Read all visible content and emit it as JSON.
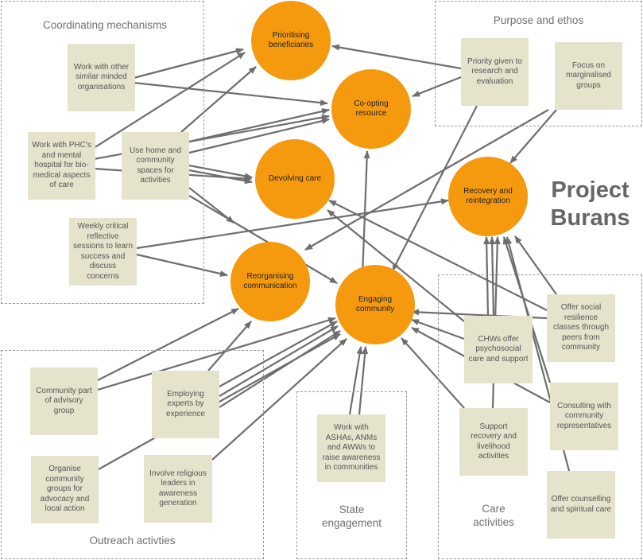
{
  "brand": [
    "Project",
    "Burans"
  ],
  "groups": {
    "coordinating": "Coordinating mechanisms",
    "purpose": "Purpose and ethos",
    "outreach": "Outreach activties",
    "state": [
      "State",
      "engagement"
    ],
    "care": [
      "Care",
      "activities"
    ]
  },
  "outcomes": {
    "prioritising": [
      "Prioritising",
      "beneficiaries"
    ],
    "coopting": [
      "Co-opting",
      "resource"
    ],
    "devolving": [
      "Devolving care"
    ],
    "recovery": [
      "Recovery and",
      "reintegration"
    ],
    "reorganising": [
      "Reorganising",
      "communication"
    ],
    "engaging": [
      "Engaging",
      "community"
    ]
  },
  "activities": {
    "similar_minded": [
      "Work with other",
      "similar minded",
      "organisations"
    ],
    "phc": [
      "Work with PHC's",
      "and mental",
      "hospital for bio-",
      "medical aspects",
      "of care"
    ],
    "home_spaces": [
      "Use home and",
      "community",
      "spaces for",
      "activities"
    ],
    "weekly_sessions": [
      "Weekly critical",
      "reflective",
      "sessions to learn",
      "success and",
      "discuss",
      "concerns"
    ],
    "research_priority": [
      "Priority given to",
      "research and",
      "evaluation"
    ],
    "marginalised": [
      "Focus on",
      "marginalised",
      "groups"
    ],
    "advisory_group": [
      "Community part",
      "of advisory",
      "group"
    ],
    "experts_by_experience": [
      "Employing",
      "experts by",
      "experience"
    ],
    "community_groups": [
      "Organise",
      "community",
      "groups for",
      "advocacy and",
      "local action"
    ],
    "religious_leaders": [
      "Involve religious",
      "leaders in",
      "awareness",
      "generation"
    ],
    "ashas": [
      "Work with",
      "ASHAs, ANMs",
      "and AWWs to",
      "raise awareness",
      "in communities"
    ],
    "chw_psychosocial": [
      "CHWs offer",
      "psychosocial",
      "care and support"
    ],
    "social_resilience": [
      "Offer social",
      "resilience",
      "classes through",
      "peers from",
      "community"
    ],
    "recovery_livelihood": [
      "Support",
      "recovery and",
      "livelihood",
      "activities"
    ],
    "consulting": [
      "Consulting with",
      "community",
      "representatives"
    ],
    "counselling": [
      "Offer counselling",
      "and spiritual care"
    ]
  },
  "colors": {
    "outcome": "#f59a0f",
    "activity": "#e6e3cc",
    "arrow": "#6e6e6e",
    "group_border": "#9a9a9a"
  }
}
